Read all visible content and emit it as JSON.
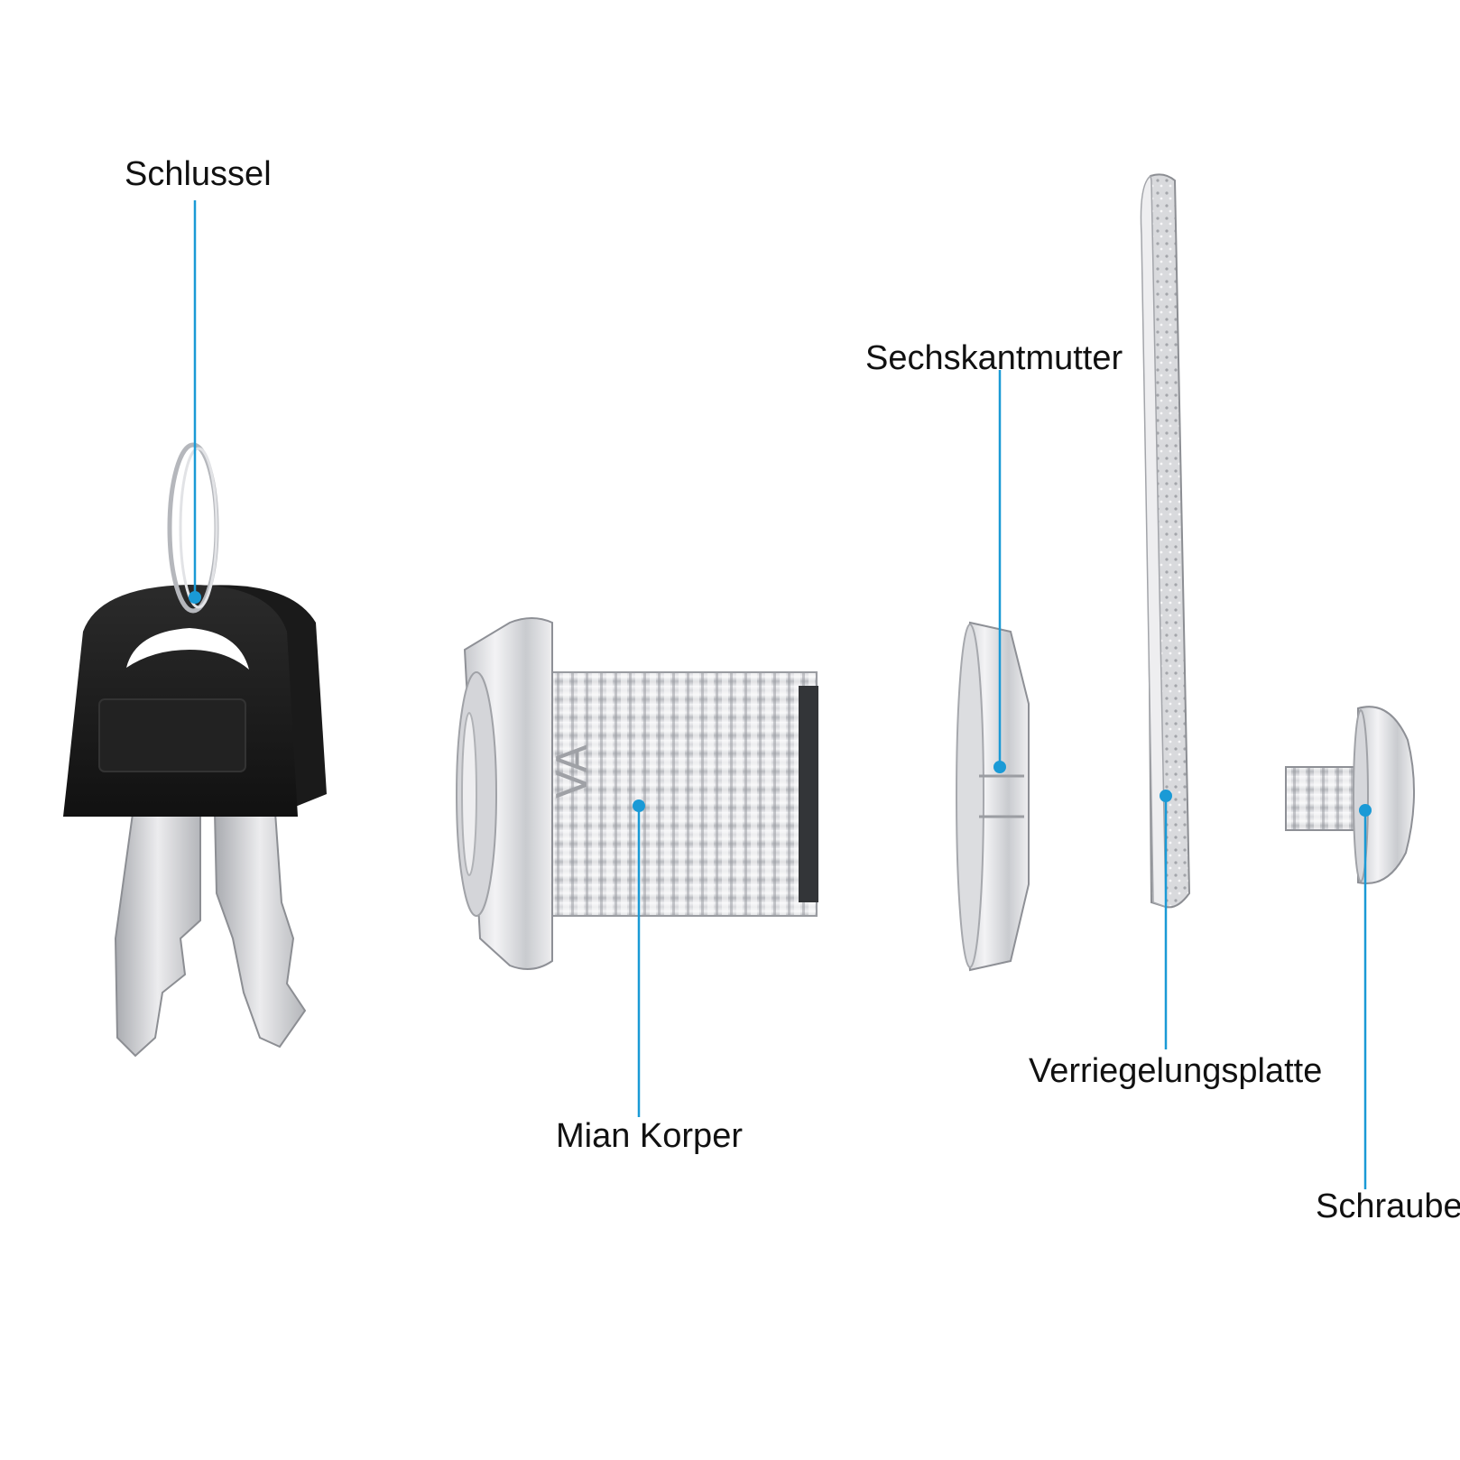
{
  "labels": {
    "key": "Schlussel",
    "body": "Mian Korper",
    "hex_nut": "Sechskantmutter",
    "lock_plate": "Verriegelungsplatte",
    "screw": "Schraube"
  },
  "colors": {
    "leader_line": "#1a9ad6",
    "key_head": "#1c1c1c",
    "metal_light": "#e8e8ea",
    "metal_mid": "#c2c4c8",
    "metal_dark": "#8e9096"
  }
}
